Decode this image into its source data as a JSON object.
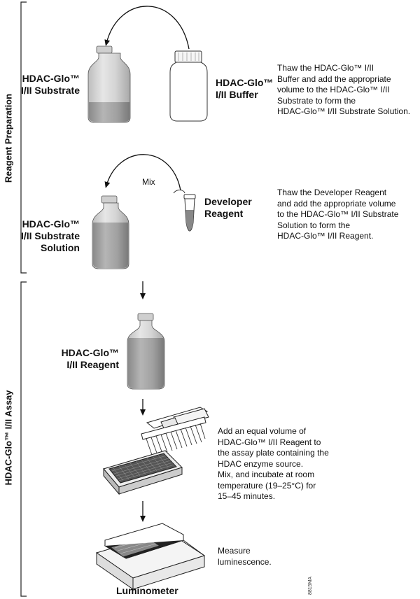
{
  "sections": {
    "reagent_preparation": "Reagent Preparation",
    "assay": "HDAC-Glo™ I/II Assay"
  },
  "step1": {
    "substrate_label_1": "HDAC-Glo™",
    "substrate_label_2": "I/II Substrate",
    "buffer_label_1": "HDAC-Glo™",
    "buffer_label_2": "I/II Buffer",
    "description": [
      "Thaw the HDAC-Glo™ I/II",
      "Buffer and add the appropriate",
      "volume to the HDAC-Glo™ I/II",
      "Substrate to form the",
      "HDAC-Glo™ I/II Substrate Solution."
    ]
  },
  "step2": {
    "mix_label": "Mix",
    "developer_label_1": "Developer",
    "developer_label_2": "Reagent",
    "solution_label_1": "HDAC-Glo™",
    "solution_label_2": "I/II Substrate",
    "solution_label_3": "Solution",
    "description": [
      "Thaw the Developer Reagent",
      "and add the appropriate volume",
      "to the HDAC-Glo™ I/II Substrate",
      "Solution to form the",
      "HDAC-Glo™ I/II Reagent."
    ]
  },
  "step3": {
    "reagent_label_1": "HDAC-Glo™",
    "reagent_label_2": "I/II Reagent"
  },
  "step4": {
    "description": [
      "Add an equal volume of",
      "HDAC-Glo™ I/II Reagent to",
      "the assay plate containing the",
      "HDAC enzyme source.",
      "Mix, and incubate at room",
      "temperature (19–25°C) for",
      "15–45 minutes."
    ]
  },
  "step5": {
    "description": [
      "Measure",
      "luminescence."
    ],
    "luminometer_label": "Luminometer"
  },
  "figure_code": "8815MA"
}
